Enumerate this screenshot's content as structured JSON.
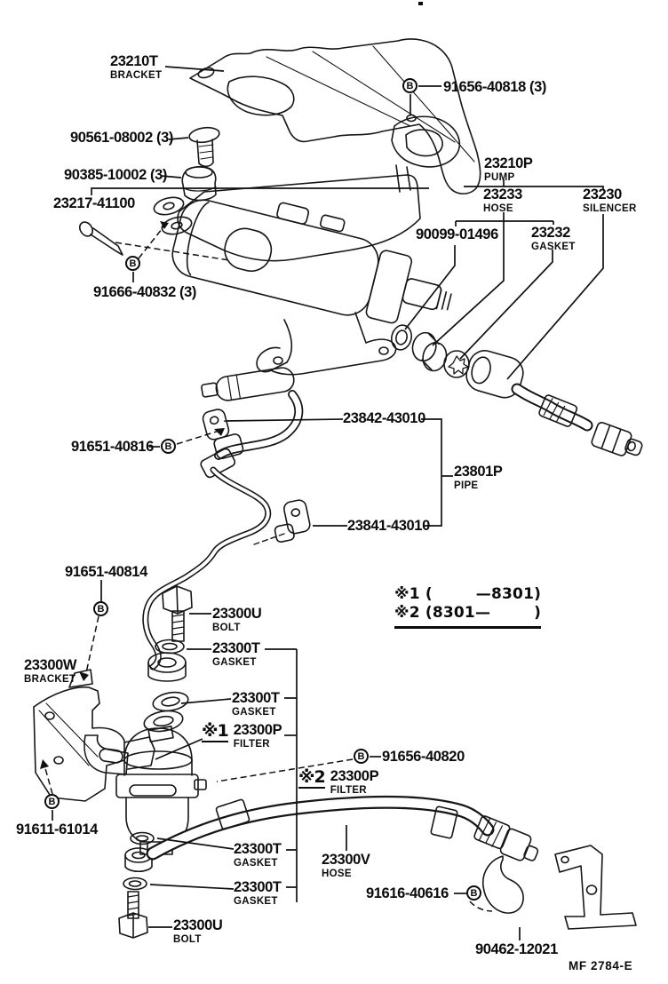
{
  "meta": {
    "footer_code": "MF  2784-E"
  },
  "note": {
    "line1": "※1 (        —8301)",
    "line2": "※2 (8301—        )"
  },
  "b_letter": "B",
  "labels": [
    {
      "number": "23210T",
      "name": "BRACKET"
    },
    {
      "number": "91656-40818 (3)"
    },
    {
      "number": "90561-08002 (3)"
    },
    {
      "number": "90385-10002 (3)"
    },
    {
      "number": "23217-41100"
    },
    {
      "number": "23210P",
      "name": "PUMP"
    },
    {
      "number": "23233",
      "name": "HOSE"
    },
    {
      "number": "23230",
      "name": "SILENCER"
    },
    {
      "number": "90099-01496"
    },
    {
      "number": "23232",
      "name": "GASKET"
    },
    {
      "number": "91666-40832 (3)"
    },
    {
      "number": "23842-43010"
    },
    {
      "number": "91651-40816"
    },
    {
      "number": "23801P",
      "name": "PIPE"
    },
    {
      "number": "23841-43010"
    },
    {
      "number": "91651-40814"
    },
    {
      "number": "23300U",
      "name": "BOLT"
    },
    {
      "number": "23300T",
      "name": "GASKET"
    },
    {
      "number": "23300T",
      "name": "GASKET"
    },
    {
      "number": "23300W",
      "name": "BRACKET"
    },
    {
      "prefix": "※1",
      "number": "23300P",
      "name": "FILTER"
    },
    {
      "number": "91656-40820"
    },
    {
      "prefix": "※2",
      "number": "23300P",
      "name": "FILTER"
    },
    {
      "number": "91611-61014"
    },
    {
      "number": "23300T",
      "name": "GASKET"
    },
    {
      "number": "23300V",
      "name": "HOSE"
    },
    {
      "number": "23300T",
      "name": "GASKET"
    },
    {
      "number": "23300U",
      "name": "BOLT"
    },
    {
      "number": "91616-40616"
    },
    {
      "number": "90462-12021"
    }
  ]
}
